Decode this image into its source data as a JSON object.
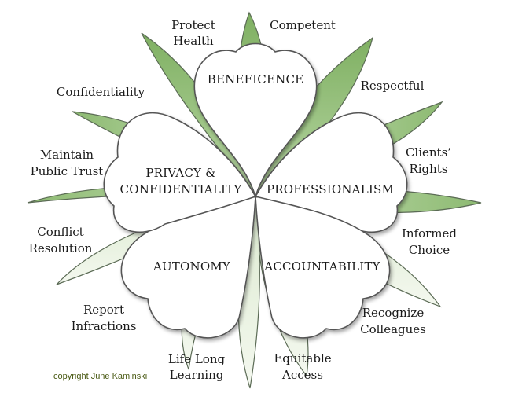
{
  "core_principles": [
    {
      "id": "beneficence",
      "text": [
        "BENEFICENCE"
      ]
    },
    {
      "id": "professionalism",
      "text": [
        "PROFESSIONALISM"
      ]
    },
    {
      "id": "accountability",
      "text": [
        "ACCOUNTABILITY"
      ]
    },
    {
      "id": "autonomy",
      "text": [
        "AUTONOMY"
      ]
    },
    {
      "id": "privacy",
      "text": [
        "PRIVACY &",
        "CONFIDENTIALITY"
      ]
    }
  ],
  "petal_labels": [
    {
      "id": "competent",
      "text": [
        "Competent"
      ]
    },
    {
      "id": "respectful",
      "text": [
        "Respectful"
      ]
    },
    {
      "id": "clients-rights",
      "text": [
        "Clients’",
        "Rights"
      ]
    },
    {
      "id": "informed-choice",
      "text": [
        "Informed",
        "Choice"
      ]
    },
    {
      "id": "recognize-colleagues",
      "text": [
        "Recognize",
        "Colleagues"
      ]
    },
    {
      "id": "equitable-access",
      "text": [
        "Equitable",
        "Access"
      ]
    },
    {
      "id": "life-long-learning",
      "text": [
        "Life Long",
        "Learning"
      ]
    },
    {
      "id": "report-infractions",
      "text": [
        "Report",
        "Infractions"
      ]
    },
    {
      "id": "conflict-resolution",
      "text": [
        "Conflict",
        "Resolution"
      ]
    },
    {
      "id": "maintain-public-trust",
      "text": [
        "Maintain",
        "Public Trust"
      ]
    },
    {
      "id": "confidentiality",
      "text": [
        "Confidentiality"
      ]
    },
    {
      "id": "protect-health",
      "text": [
        "Protect",
        "Health"
      ]
    }
  ],
  "copyright": "copyright June Kaminski",
  "colors": {
    "petal_dark": "#7fb062",
    "petal_light": "#f4f8ef",
    "core_fill": "#ffffff",
    "copyright": "#4a5a14"
  }
}
